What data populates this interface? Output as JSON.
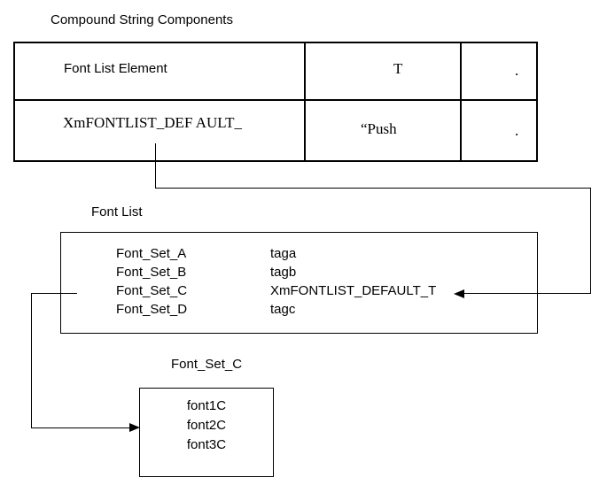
{
  "title": "Compound String Components",
  "table": {
    "rows": [
      {
        "col1": "Font List Element",
        "col2": "T",
        "col3": "."
      },
      {
        "col1": "XmFONTLIST_DEF AULT_",
        "col2": "“Push",
        "col3": "."
      }
    ]
  },
  "font_list": {
    "label": "Font List",
    "entries": [
      {
        "name": "Font_Set_A",
        "tag": "taga"
      },
      {
        "name": "Font_Set_B",
        "tag": "tagb"
      },
      {
        "name": "Font_Set_C",
        "tag": "XmFONTLIST_DEFAULT_T"
      },
      {
        "name": "Font_Set_D",
        "tag": "tagc"
      }
    ]
  },
  "font_set_c": {
    "label": "Font_Set_C",
    "fonts": [
      "font1C",
      "font2C",
      "font3C"
    ]
  },
  "colors": {
    "background": "#ffffff",
    "line": "#000000",
    "text": "#000000"
  }
}
